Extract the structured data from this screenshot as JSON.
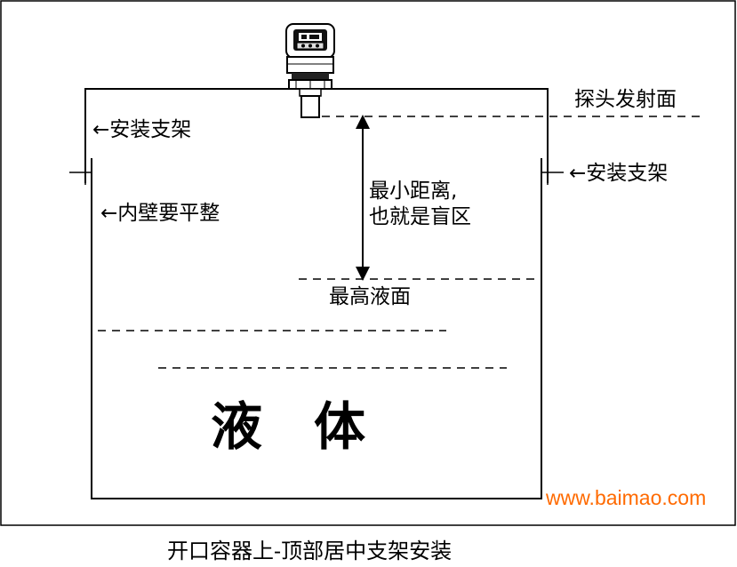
{
  "diagram": {
    "labels": {
      "probe_face": "探头发射面",
      "bracket_left": "←安装支架",
      "bracket_right": "←安装支架",
      "inner_wall": "←内壁要平整",
      "blind_zone_line1": "最小距离,",
      "blind_zone_line2": "也就是盲区",
      "max_level": "最高液面",
      "liquid": "液　体"
    },
    "caption": "开口容器上-顶部居中支架安装",
    "watermark": "www.baimao.com",
    "colors": {
      "line": "#000000",
      "watermark": "#ff6a00",
      "background": "#ffffff"
    }
  }
}
